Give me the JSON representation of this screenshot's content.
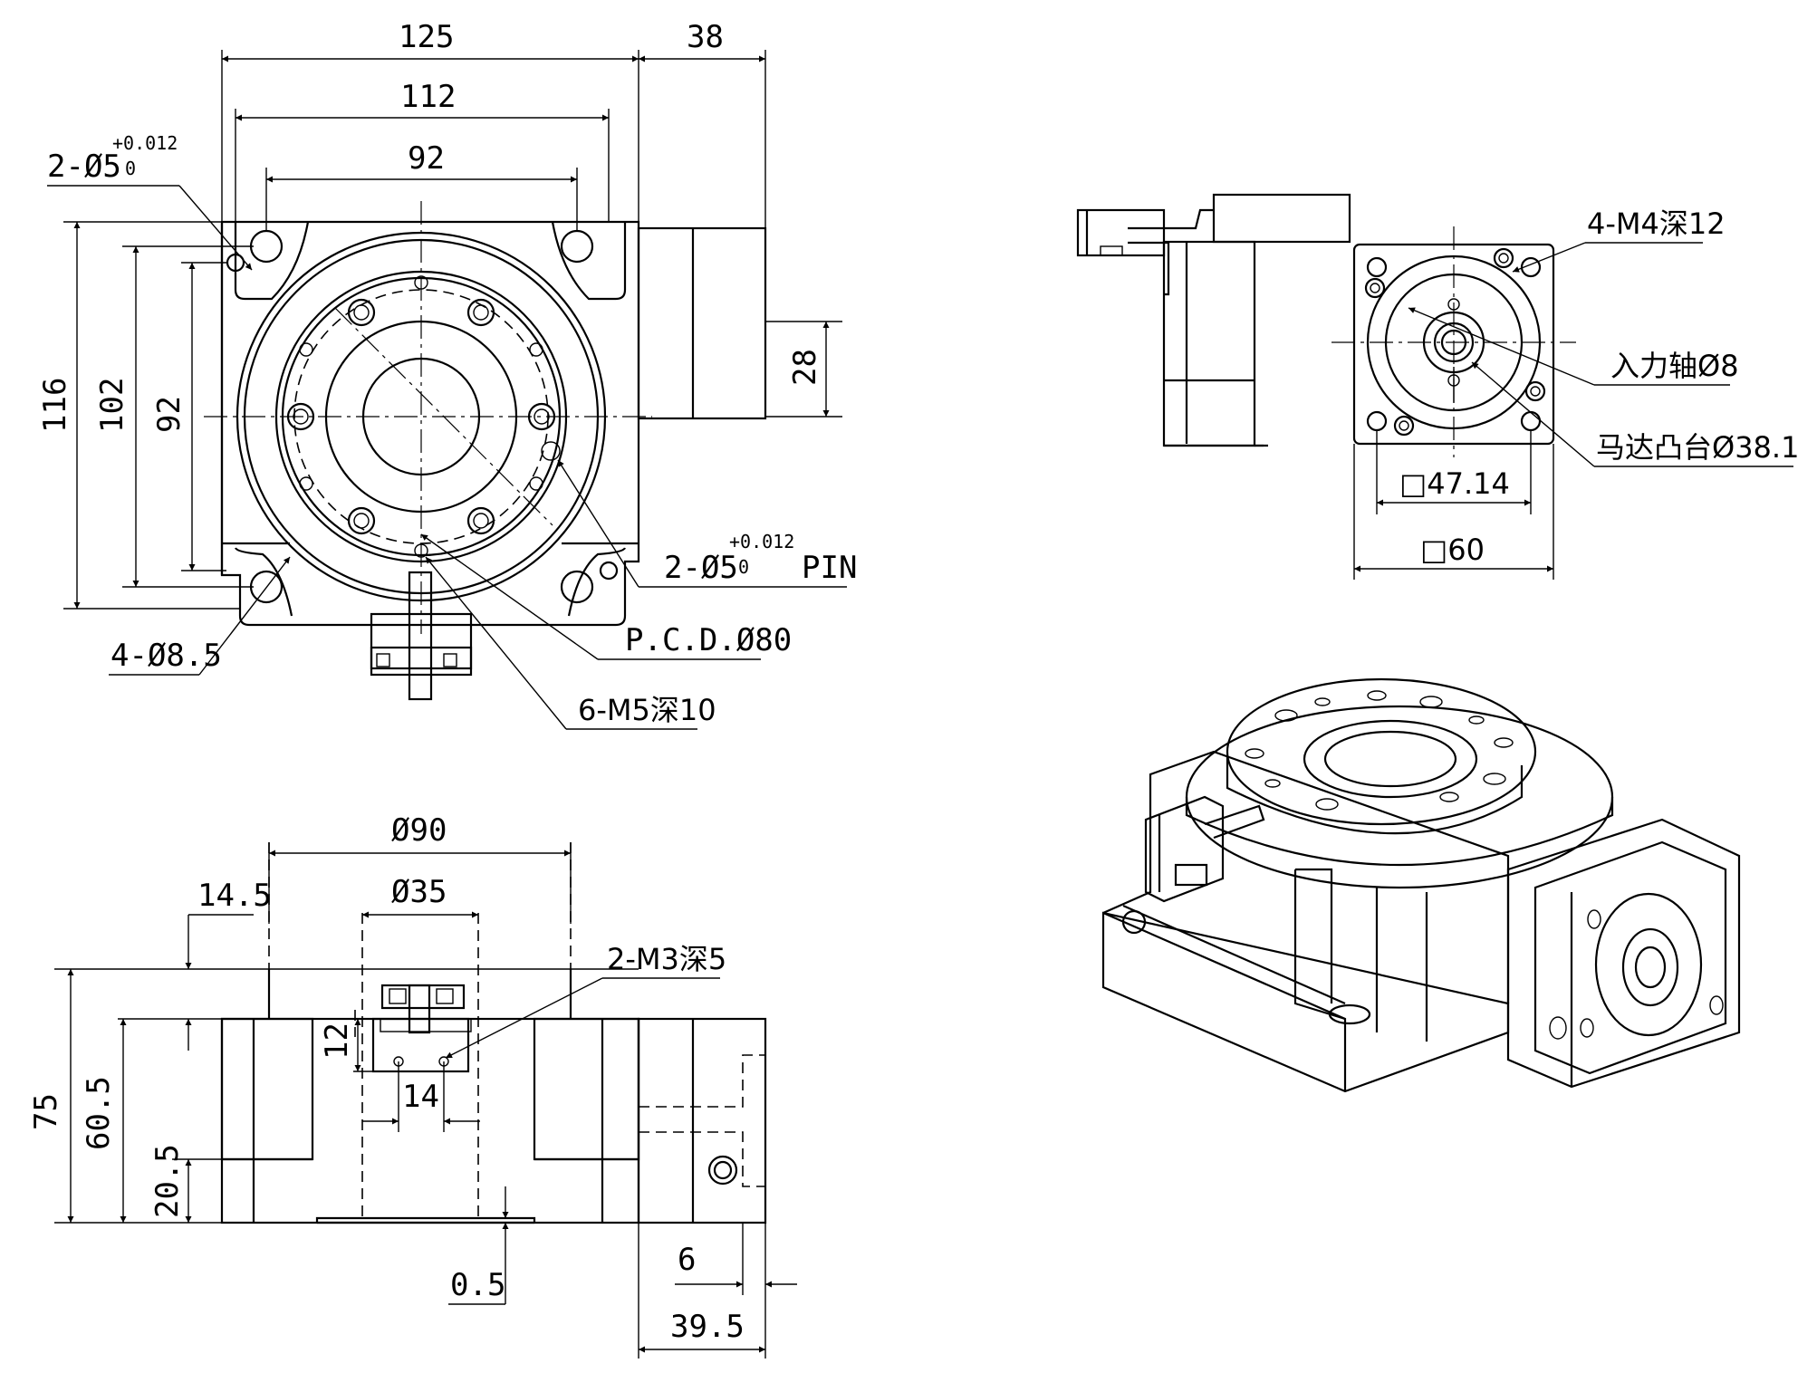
{
  "top_view": {
    "dims": {
      "w125": "125",
      "w38": "38",
      "w112": "112",
      "w92": "92",
      "h116": "116",
      "h102": "102",
      "h92": "92",
      "h28": "28"
    },
    "callouts": {
      "pin_hole_top": {
        "prefix": "2-Ø5",
        "tol_upper": "+0.012",
        "tol_lower": "0"
      },
      "pin_hole_right": {
        "prefix": "2-Ø5",
        "tol_upper": "+0.012",
        "tol_lower": "0",
        "suffix": "PIN"
      },
      "mount_holes": "4-Ø8.5",
      "pcd": "P.C.D.Ø80",
      "thread_holes": "6-M5深10"
    }
  },
  "side_view": {
    "dims": {
      "d90": "Ø90",
      "d35": "Ø35",
      "h14_5": "14.5",
      "h75": "75",
      "h60_5": "60.5",
      "h20_5": "20.5",
      "h12": "12",
      "w14": "14",
      "h0_5": "0.5",
      "w6": "6",
      "w39_5": "39.5"
    },
    "callouts": {
      "thread": "2-M3深5"
    }
  },
  "motor_view": {
    "dims": {
      "sq47": "□47.14",
      "sq60": "□60"
    },
    "callouts": {
      "thread": "4-M4深12",
      "input_shaft": "入力轴Ø8",
      "motor_boss": "马达凸台Ø38.1"
    }
  }
}
